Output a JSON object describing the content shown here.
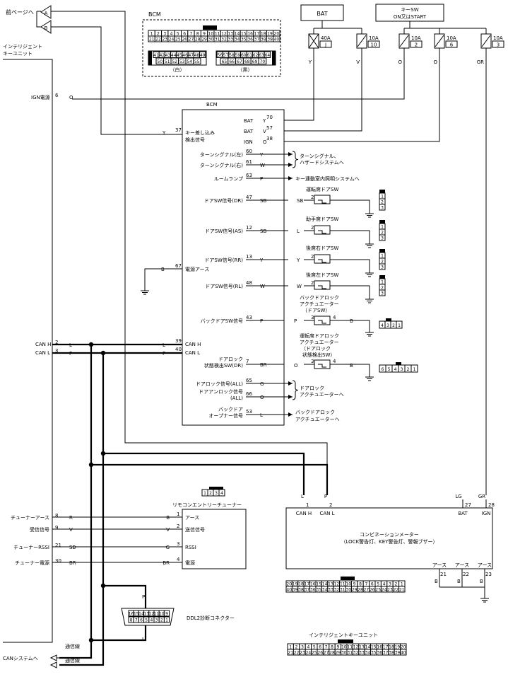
{
  "top": {
    "mae_page": "前ページへ",
    "conn_a": "A",
    "conn_b": "B",
    "bat": "BAT",
    "key_sw_1": "キーSW",
    "key_sw_2": "ON又はSTART",
    "fuses": [
      {
        "amp": "40A",
        "id": "J",
        "wire": "Y"
      },
      {
        "amp": "10A",
        "id": "10",
        "wire": "V"
      },
      {
        "amp": "10A",
        "id": "2",
        "wire": "O"
      },
      {
        "amp": "10A",
        "id": "6",
        "wire": "O"
      },
      {
        "amp": "10A",
        "id": "3",
        "wire": "GR"
      }
    ]
  },
  "bcm_box": {
    "title": "BCM",
    "row1": [
      "1",
      "2",
      "3",
      "4",
      "5",
      "6",
      "7",
      "8",
      "9",
      "10",
      "11",
      "12",
      "13",
      "14",
      "15",
      "16",
      "17",
      "18",
      "19",
      "20"
    ],
    "row2": [
      "21",
      "22",
      "23",
      "24",
      "25",
      "26",
      "27",
      "28",
      "29",
      "30",
      "31",
      "32",
      "33",
      "34",
      "35",
      "36",
      "37",
      "38",
      "39",
      "40"
    ],
    "w_row1": [
      "41",
      "42",
      "43",
      "44",
      "45",
      "46",
      "47",
      "48",
      "49"
    ],
    "w_row2": [
      "50",
      "51",
      "52",
      "53",
      "54",
      "55"
    ],
    "b_row1": [
      "56",
      "57",
      "58",
      "59",
      "60",
      "61",
      "62",
      "63",
      "64"
    ],
    "b_row2": [
      "65",
      "66",
      "67",
      "68",
      "69",
      "70"
    ],
    "white_label": "（白）",
    "black_label": "（黒）"
  },
  "left_unit": {
    "title_1": "インテリジェント",
    "title_2": "キーユニット",
    "pins": [
      {
        "label": "IGN電源",
        "pin": "6",
        "wire": "O"
      },
      {
        "label": "",
        "pin": "",
        "wire": "Y"
      },
      {
        "label": "",
        "pin": "",
        "wire": "B"
      },
      {
        "label": "CAN H",
        "pin": "2",
        "wire": "L"
      },
      {
        "label": "CAN L",
        "pin": "3",
        "wire": "P"
      },
      {
        "label": "チューナーアース",
        "pin": "8",
        "wire": "R"
      },
      {
        "label": "受信信号",
        "pin": "9",
        "wire": "V"
      },
      {
        "label": "チューナーRSSI",
        "pin": "21",
        "wire": "SB"
      },
      {
        "label": "チューナー電源",
        "pin": "30",
        "wire": "BR"
      }
    ],
    "can_system": "CANシステムへ",
    "comm_line_1": "通信線",
    "comm_line_2": "通信線"
  },
  "bcm": {
    "title": "BCM",
    "bat1": "BAT",
    "bat2": "BAT",
    "ign": "IGN",
    "key_label_1": "キー差し込み",
    "key_label_2": "検出信号",
    "ground_label": "電源アース",
    "can_h": "CAN H",
    "can_l": "CAN L",
    "pins": [
      {
        "pin": "70",
        "wire": "Y"
      },
      {
        "pin": "57",
        "wire": "V"
      },
      {
        "pin": "38",
        "wire": "O"
      },
      {
        "pin": "37",
        "wire": ""
      },
      {
        "pin": "67",
        "wire": ""
      },
      {
        "pin": "39",
        "wire": "L"
      },
      {
        "pin": "40",
        "wire": "P"
      }
    ],
    "signals": [
      {
        "label": "ターンシグナル(左)",
        "pin": "60",
        "wire": "Y"
      },
      {
        "label": "ターンシグナル(右)",
        "pin": "61",
        "wire": "W"
      },
      {
        "label": "ルームランプ",
        "pin": "63",
        "wire": "P"
      },
      {
        "label": "ドアSW信号(DR)",
        "pin": "47",
        "wire": "SB"
      },
      {
        "label": "ドアSW信号(AS)",
        "pin": "12",
        "wire": "SB"
      },
      {
        "label": "ドアSW信号(RR)",
        "pin": "13",
        "wire": "Y"
      },
      {
        "label": "ドアSW信号(RL)",
        "pin": "48",
        "wire": "W"
      },
      {
        "label": "バックドアSW信号",
        "pin": "43",
        "wire": "P"
      },
      {
        "label": "ドアロック",
        "label2": "状態検出SW(DR)",
        "pin": "7",
        "wire": "BR"
      },
      {
        "label": "ドアロック信号(ALL)",
        "pin": "65",
        "wire": "G"
      },
      {
        "label": "ドアアンロック信号",
        "label2": "(ALL)",
        "pin": "66",
        "wire": "O"
      },
      {
        "label": "バックドア",
        "label2": "オープナー信号",
        "pin": "53",
        "wire": "L"
      }
    ]
  },
  "outputs": {
    "turn_1": "ターンシグナル、",
    "turn_2": "ハザードシステムへ",
    "room": "キー連動室内照明システムへ",
    "lock_1": "ドアロック",
    "lock_2": "アクチュエーターへ",
    "bd_1": "バックドアロック",
    "bd_2": "アクチュエーターへ"
  },
  "switches": [
    {
      "title": "運転席ドアSW",
      "wire": "SB",
      "pin": "2"
    },
    {
      "title": "助手席ドアSW",
      "wire": "L",
      "pin": "2"
    },
    {
      "title": "後席右ドアSW",
      "wire": "Y",
      "pin": "2"
    },
    {
      "title": "後席左ドアSW",
      "wire": "W",
      "pin": "2"
    }
  ],
  "conn123": [
    "1",
    "2",
    "3"
  ],
  "back_door_sw": {
    "title_1": "バックドアロック",
    "title_2": "アクチュエーター",
    "title_3": "（ドアSW）",
    "wire_in": "P",
    "pin_in": "3",
    "pin_out": "4",
    "wire_out": "B",
    "conn": [
      "4",
      "3",
      "2",
      "1"
    ]
  },
  "dr_lock_sw": {
    "title_1": "運転席ドアロック",
    "title_2": "アクチュエーター",
    "title_3": "（ドアロック",
    "title_4": "状態検出SW）",
    "wire_in": "O",
    "pin_in": "3",
    "pin_out": "4",
    "wire_out": "B",
    "conn": [
      "6",
      "5",
      "4",
      "3",
      "2",
      "1"
    ]
  },
  "tuner": {
    "title": "リモコンエントリーチューナー",
    "conn": [
      "1",
      "2",
      "3",
      "4"
    ],
    "pins": [
      {
        "label": "アース",
        "pin": "1",
        "wire": "B"
      },
      {
        "label": "送信信号",
        "pin": "2",
        "wire": "V"
      },
      {
        "label": "RSSI",
        "pin": "3",
        "wire": "G"
      },
      {
        "label": "電源",
        "pin": "4",
        "wire": "BR"
      }
    ]
  },
  "meter": {
    "title": "コンビネーションメーター",
    "subtitle": "（LOCK警告灯、KEY警告灯、警報ブザー）",
    "can_h": "CAN H",
    "can_l": "CAN L",
    "bat": "BAT",
    "ign": "IGN",
    "pins_top": [
      {
        "pin": "1",
        "wire": "L"
      },
      {
        "pin": "2",
        "wire": "P"
      },
      {
        "pin": "27",
        "wire": "LG"
      },
      {
        "pin": "28",
        "wire": "GR"
      }
    ],
    "grounds": [
      {
        "label": "アース",
        "pin": "21",
        "wire": "B"
      },
      {
        "label": "アース",
        "pin": "22",
        "wire": "B"
      },
      {
        "label": "アース",
        "pin": "23",
        "wire": "B"
      }
    ],
    "conn_row1": [
      "20",
      "19",
      "18",
      "17",
      "16",
      "15",
      "14",
      "13",
      "12",
      "11",
      "10",
      "9",
      "8",
      "7",
      "6",
      "5",
      "4",
      "3",
      "2",
      "1"
    ],
    "conn_row2": [
      "40",
      "39",
      "38",
      "37",
      "36",
      "35",
      "34",
      "33",
      "32",
      "31",
      "30",
      "29",
      "28",
      "27",
      "26",
      "25",
      "24",
      "23",
      "22",
      "21"
    ]
  },
  "dlc": {
    "title": "DDL2診断コネクター",
    "row1": [
      "16",
      "15",
      "14",
      "13",
      "12",
      "11",
      "10",
      "9"
    ],
    "row2": [
      "8",
      "7",
      "6",
      "5",
      "4",
      "3",
      "2",
      "1"
    ],
    "wire_p": "P",
    "wire_l": "L"
  },
  "ikey_conn": {
    "title": "インテリジェントキーユニット",
    "row1": [
      "1",
      "2",
      "3",
      "4",
      "5",
      "6",
      "7",
      "8",
      "9",
      "10",
      "11",
      "12",
      "13",
      "14",
      "15",
      "16",
      "17",
      "18",
      "19",
      "20"
    ],
    "row2": [
      "21",
      "22",
      "23",
      "24",
      "25",
      "26",
      "27",
      "28",
      "29",
      "30",
      "31",
      "32",
      "33",
      "34",
      "35",
      "36",
      "37",
      "38",
      "39",
      "40"
    ]
  }
}
